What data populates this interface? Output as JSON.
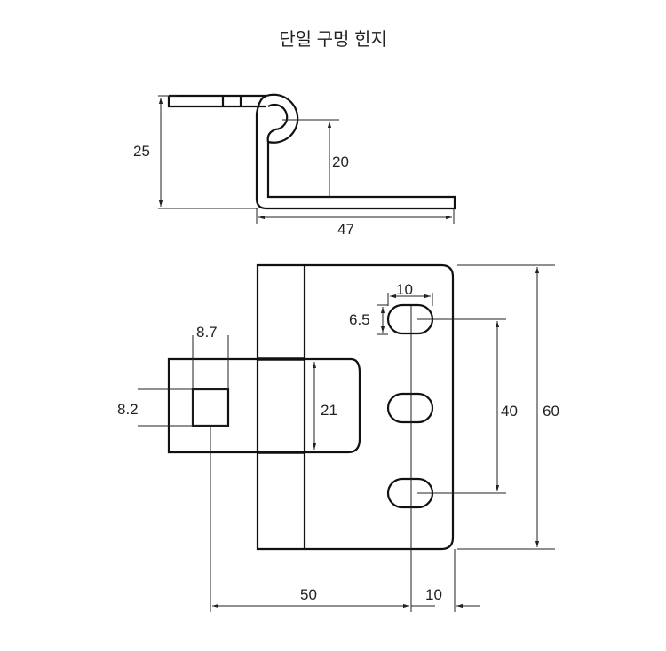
{
  "title": "단일 구멍 힌지",
  "side_view": {
    "dim_height": "25",
    "dim_pin_height": "20",
    "dim_width": "47"
  },
  "front_view": {
    "dim_square_width": "8.7",
    "dim_square_height": "8.2",
    "dim_knuckle_height": "21",
    "dim_slot_length": "10",
    "dim_slot_width": "6.5",
    "dim_slot_spacing": "40",
    "dim_total_height": "60",
    "dim_offset": "50",
    "dim_edge": "10"
  }
}
